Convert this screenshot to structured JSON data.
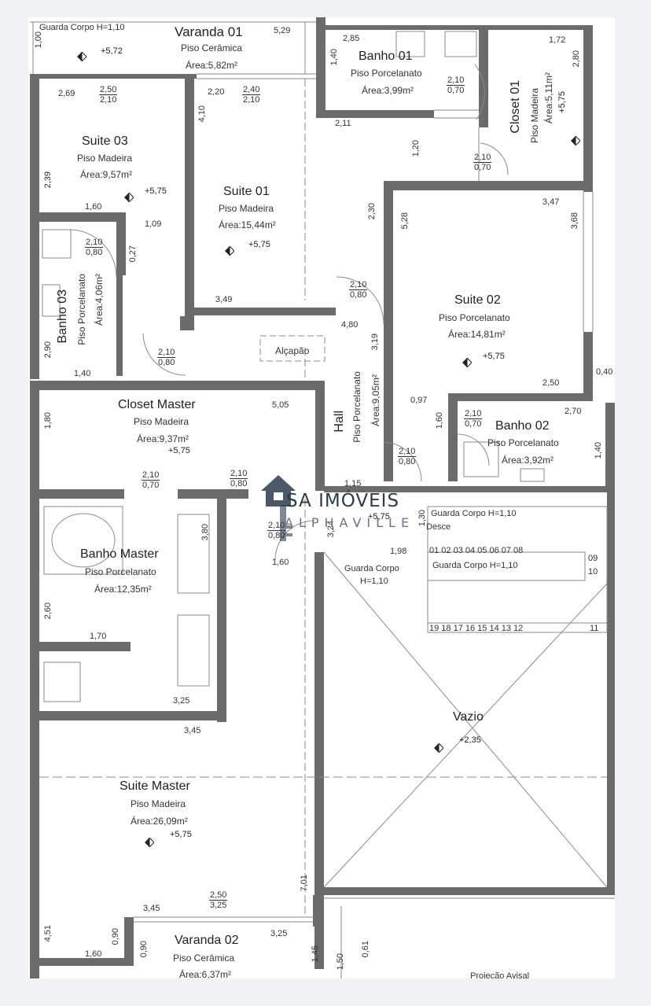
{
  "rooms": {
    "varanda01": {
      "name": "Varanda 01",
      "floor": "Piso Cerâmica",
      "area": "Área:5,82m²",
      "level": "+5,72"
    },
    "banho01": {
      "name": "Banho 01",
      "floor": "Piso Porcelanato",
      "area": "Área:3,99m²"
    },
    "closet01": {
      "name": "Closet 01",
      "floor": "Piso Madeira",
      "area": "Área:5,11m²",
      "level": "+5,75"
    },
    "suite03": {
      "name": "Suite 03",
      "floor": "Piso Madeira",
      "area": "Área:9,57m²",
      "level": "+5,75"
    },
    "suite01": {
      "name": "Suite 01",
      "floor": "Piso Madeira",
      "area": "Área:15,44m²",
      "level": "+5,75"
    },
    "suite02": {
      "name": "Suite 02",
      "floor": "Piso Porcelanato",
      "area": "Área:14,81m²",
      "level": "+5,75"
    },
    "banho03": {
      "name": "Banho 03",
      "floor": "Piso Porcelanato",
      "area": "Área:4,06m²"
    },
    "hall": {
      "name": "Hall",
      "floor": "Piso Porcelanato",
      "area": "Área:9,05m²"
    },
    "alcapao": {
      "name": "Alçapão"
    },
    "closetMaster": {
      "name": "Closet Master",
      "floor": "Piso Madeira",
      "area": "Área:9,37m²",
      "level": "+5,75"
    },
    "banho02": {
      "name": "Banho 02",
      "floor": "Piso Porcelanato",
      "area": "Área:3,92m²"
    },
    "banhoMaster": {
      "name": "Banho Master",
      "floor": "Piso Porcelanato",
      "area": "Área:12,35m²"
    },
    "vazio": {
      "name": "Vazio",
      "level": "+2,35"
    },
    "suiteMaster": {
      "name": "Suite Master",
      "floor": "Piso Madeira",
      "area": "Área:26,09m²",
      "level": "+5,75"
    },
    "varanda02": {
      "name": "Varanda 02",
      "floor": "Piso Cerâmica",
      "area": "Área:6,37m²"
    }
  },
  "notes": {
    "guarda_top": "Guarda Corpo H=1,10",
    "guarda_stair1": "Guarda Corpo H=1,10",
    "guarda_stair2": "Guarda Corpo H=1,10",
    "guarda_void_1": "Guarda Corpo",
    "guarda_void_2": "H=1,10",
    "desce": "Desce",
    "stair_level": "+5,75",
    "bottom_text": "Projeção Avisal"
  },
  "doors": [
    {
      "top": "2,50",
      "bottom": "2,10"
    },
    {
      "top": "2,40",
      "bottom": "2,10"
    },
    {
      "top": "2,10",
      "bottom": "0,70"
    },
    {
      "top": "2,10",
      "bottom": "0,70"
    },
    {
      "top": "2,10",
      "bottom": "0,80"
    },
    {
      "top": "2,10",
      "bottom": "0,80"
    },
    {
      "top": "2,10",
      "bottom": "0,80"
    },
    {
      "top": "2,10",
      "bottom": "0,70"
    },
    {
      "top": "2,10",
      "bottom": "0,80"
    },
    {
      "top": "2,10",
      "bottom": "0,70"
    },
    {
      "top": "2,10",
      "bottom": "0,80"
    },
    {
      "top": "2,10",
      "bottom": "0,80"
    },
    {
      "top": "2,50",
      "bottom": "3,25"
    }
  ],
  "dims": {
    "d100": "1,00",
    "d529": "5,29",
    "d285": "2,85",
    "d140a": "1,40",
    "d172": "1,72",
    "d280": "2,80",
    "d269": "2,69",
    "d220": "2,20",
    "d410": "4,10",
    "d211": "2,11",
    "d120": "1,20",
    "d239": "2,39",
    "d160a": "1,60",
    "d109": "1,09",
    "d027": "0,27",
    "d230": "2,30",
    "d528": "5,28",
    "d347": "3,47",
    "d368": "3,68",
    "d349": "3,49",
    "d480": "4,80",
    "d319": "3,19",
    "d290": "2,90",
    "d140b": "1,40",
    "d040": "0,40",
    "d250": "2,50",
    "d180": "1,80",
    "d505": "5,05",
    "d097": "0,97",
    "d270": "2,70",
    "d160b": "1,60",
    "d140c": "1,40",
    "d115": "1,15",
    "d130": "1,30",
    "d324": "3,24",
    "d198": "1,98",
    "d380": "3,80",
    "d160c": "1,60",
    "d260": "2,60",
    "d170": "1,70",
    "d325a": "3,25",
    "d345a": "3,45",
    "d701": "7,01",
    "d345b": "3,45",
    "d325b": "3,25",
    "d451": "4,51",
    "d090a": "0,90",
    "d090b": "0,90",
    "d160d": "1,60",
    "d145": "1,45",
    "d150": "1,50",
    "d061": "0,61"
  },
  "stairs": {
    "top_numbers": "01 02 03 04 05 06  07 08",
    "bottom_numbers": "19 18 17 16 15 14  13 12",
    "end_top": "09",
    "end_mid": "10",
    "end_bottom": "11"
  },
  "watermark": {
    "name": "SA IMÓVEIS",
    "sub": "ALPHAVILLE"
  },
  "colors": {
    "wall": "#6b6b6b",
    "line": "#8a8a8a",
    "text": "#333333",
    "brand": "#2c3b4d"
  }
}
